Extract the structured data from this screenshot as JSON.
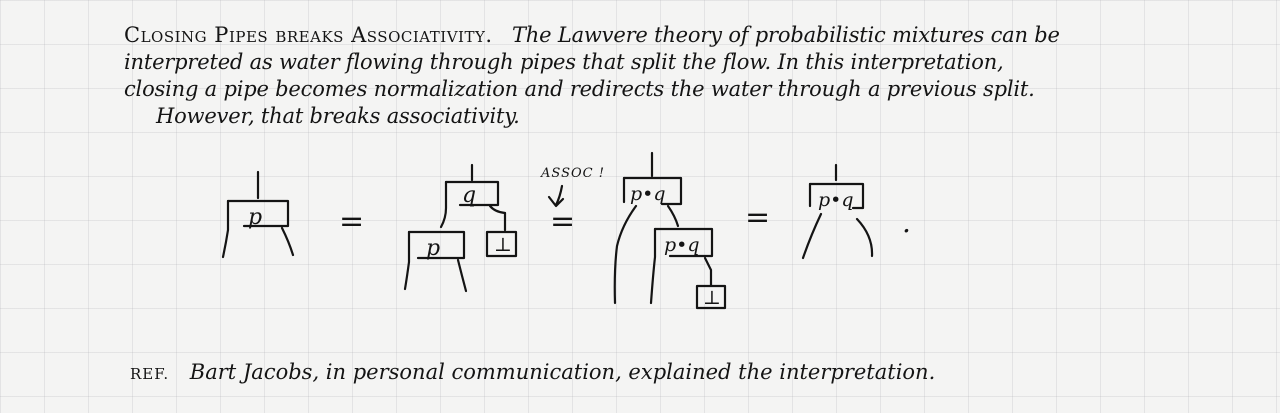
{
  "paragraph": {
    "title": "Closing Pipes breaks Associativity.",
    "line1": "The Lawvere theory of probabilistic mixtures can be",
    "line2": "interpreted as water flowing through pipes that split the flow. In this interpretation,",
    "line3": "closing a pipe becomes normalization and redirects the water through a previous split.",
    "line4": "However, that breaks associativity."
  },
  "diagram": {
    "box_p": "p",
    "box_q": "q",
    "box_pq": "p•q",
    "closed_symbol": "⊥",
    "equals_sign": "=",
    "assoc_label": "ASSOC !",
    "final_dot": "."
  },
  "reference": {
    "label": "REF.",
    "text": "Bart Jacobs, in personal communication, explained the interpretation."
  }
}
